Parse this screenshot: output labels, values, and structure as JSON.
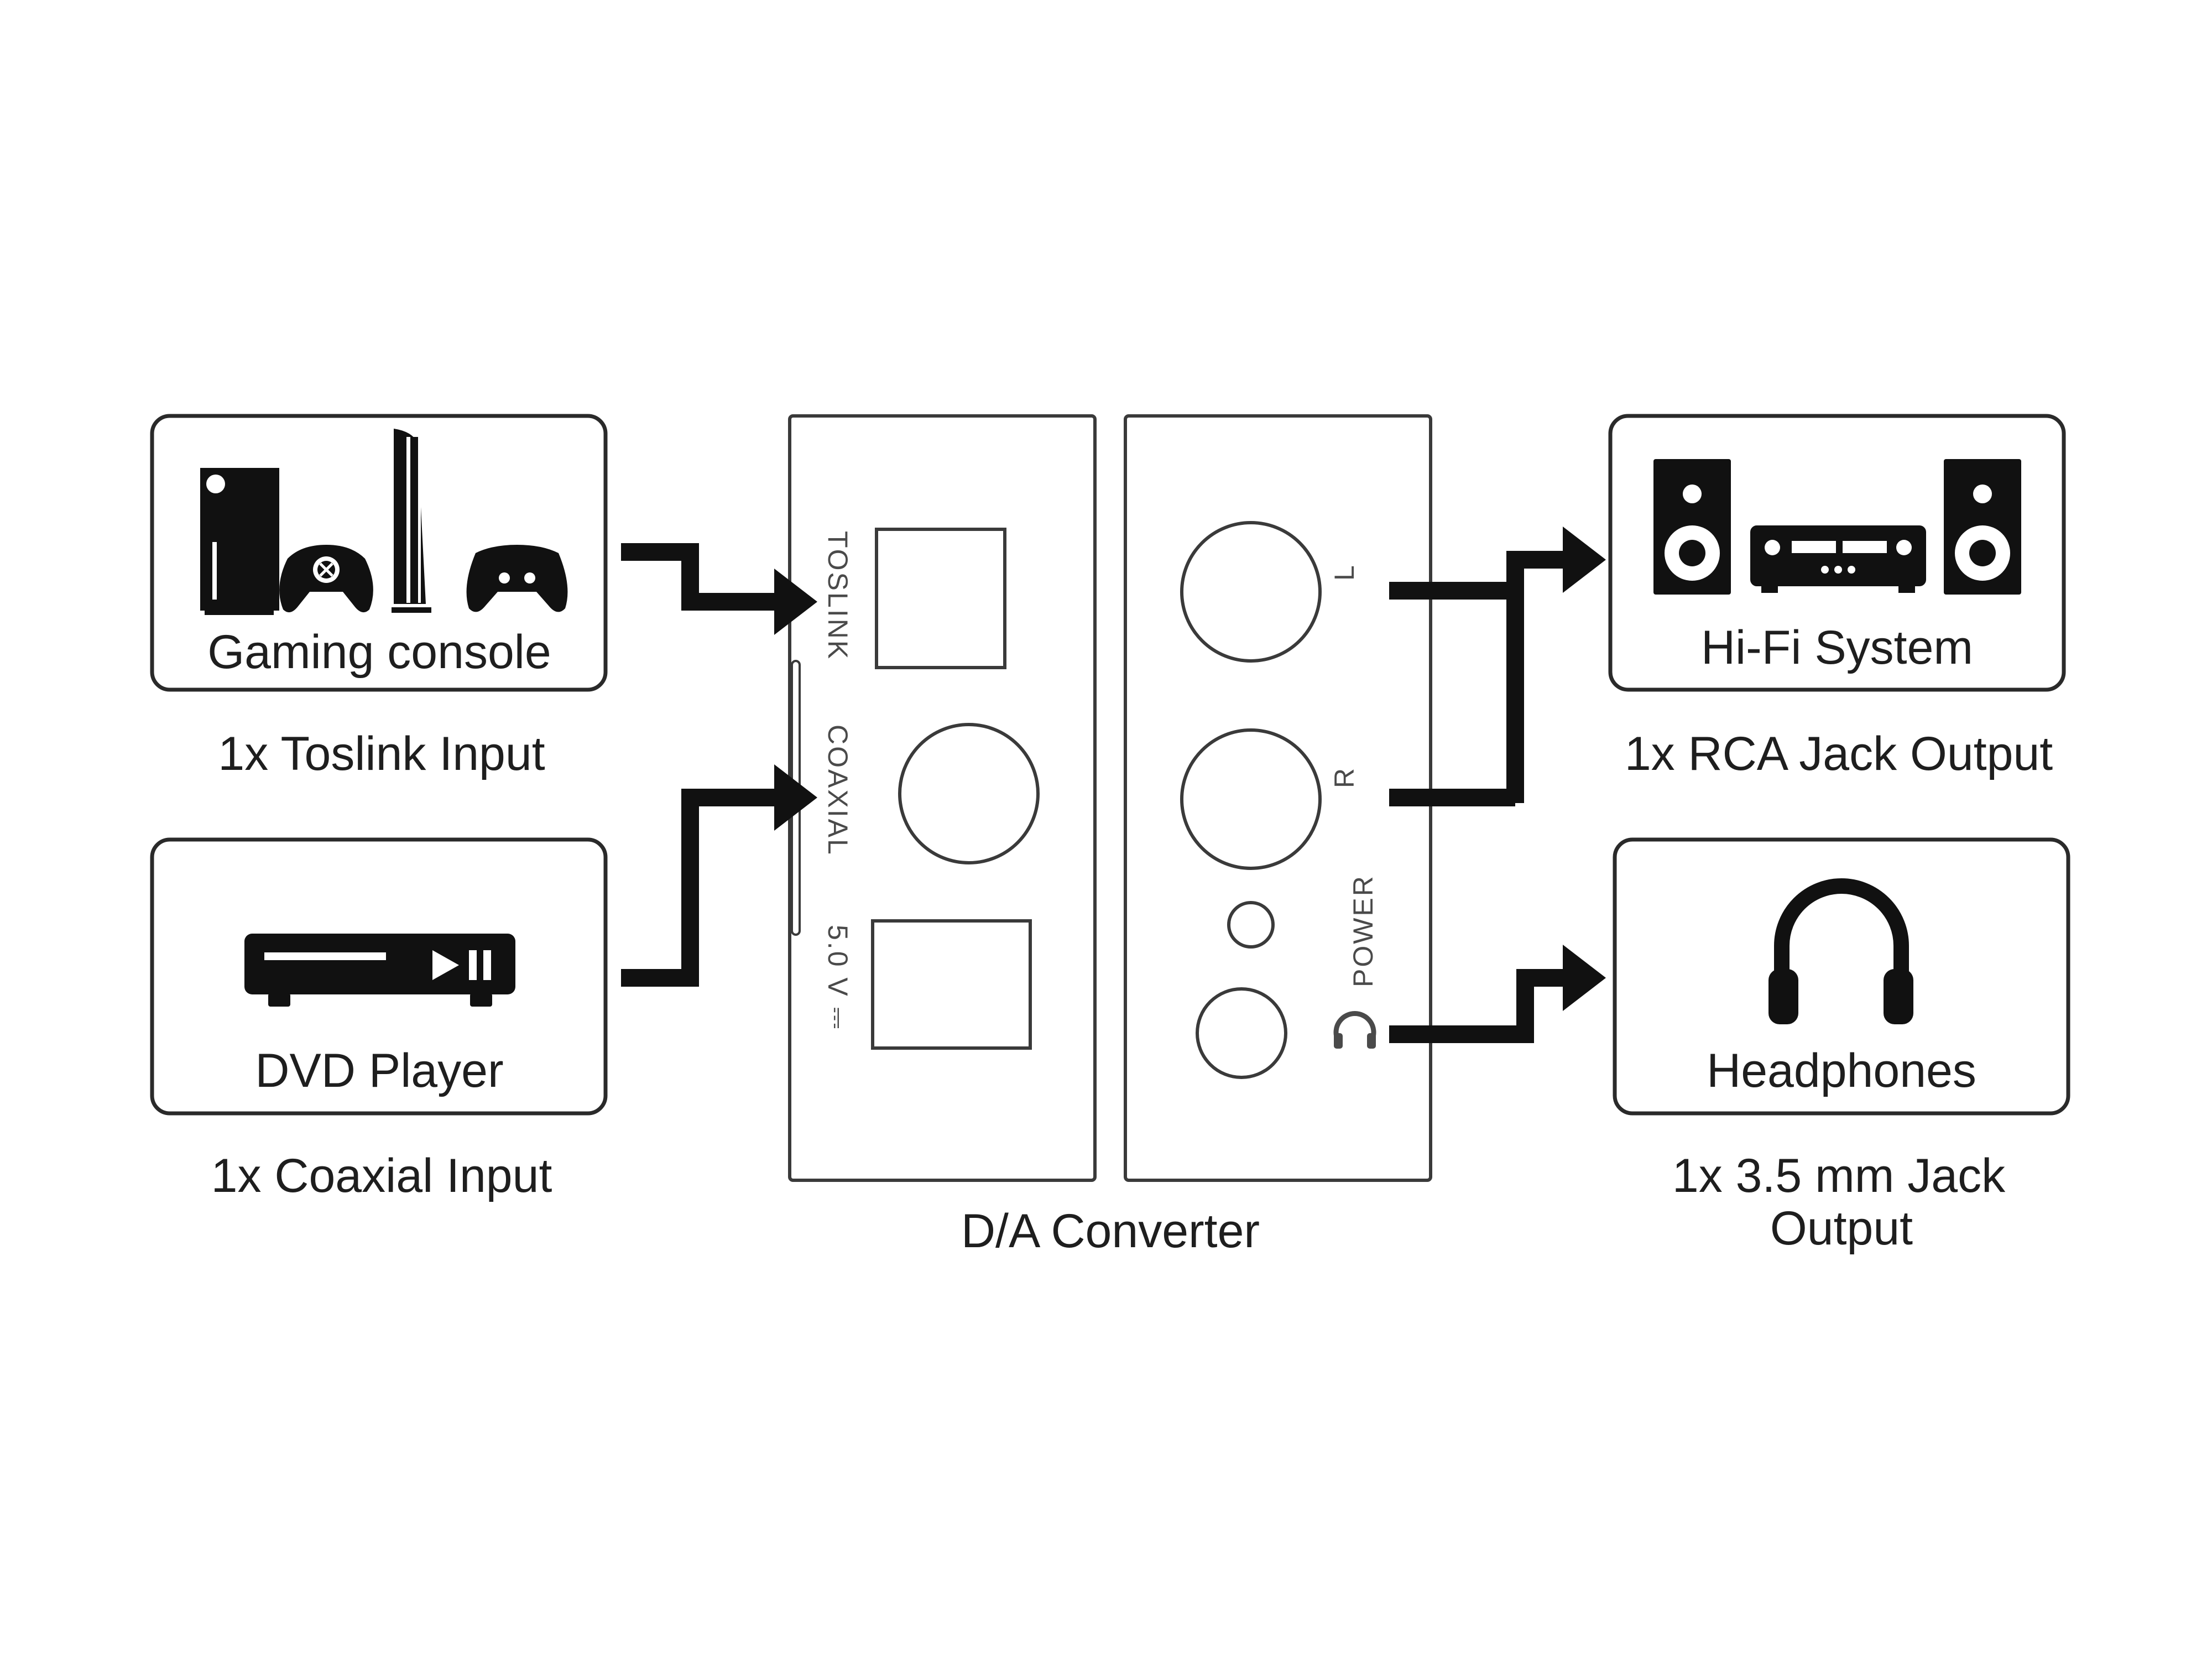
{
  "sources": [
    {
      "device": "Gaming console",
      "port": "1x Toslink Input"
    },
    {
      "device": "DVD Player",
      "port": "1x Coaxial Input"
    }
  ],
  "converter": {
    "name": "D/A Converter",
    "input_panel": {
      "toslink": "TOSLINK",
      "coaxial": "COAXIAL",
      "power_in": "5.0 V ⎓"
    },
    "output_panel": {
      "left": "L",
      "right": "R",
      "power": "POWER"
    }
  },
  "outputs": [
    {
      "device": "Hi-Fi System",
      "port": "1x RCA Jack Output"
    },
    {
      "device": "Headphones",
      "port_line1": "1x 3.5 mm Jack",
      "port_line2": "Output"
    }
  ],
  "colors": {
    "ink": "#111111",
    "outline": "#2a2a2a",
    "text": "#1e1e1e",
    "panel_text": "#4a4a4a"
  },
  "icons": [
    "xbox-series-x-icon",
    "xbox-controller-icon",
    "playstation-5-icon",
    "ps-controller-icon",
    "dvd-player-icon",
    "speaker-left-icon",
    "av-receiver-icon",
    "speaker-right-icon",
    "headphones-icon",
    "headphone-jack-icon"
  ]
}
